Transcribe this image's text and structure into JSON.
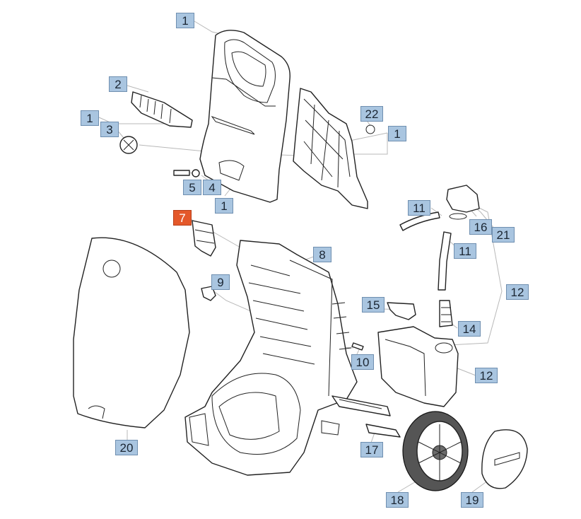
{
  "callouts": [
    {
      "id": "c-1a",
      "label": "1"
    },
    {
      "id": "c-2",
      "label": "2"
    },
    {
      "id": "c-1b",
      "label": "1"
    },
    {
      "id": "c-3",
      "label": "3"
    },
    {
      "id": "c-22",
      "label": "22"
    },
    {
      "id": "c-1c",
      "label": "1"
    },
    {
      "id": "c-5",
      "label": "5"
    },
    {
      "id": "c-4",
      "label": "4"
    },
    {
      "id": "c-1d",
      "label": "1"
    },
    {
      "id": "c-11a",
      "label": "11"
    },
    {
      "id": "c-16",
      "label": "16"
    },
    {
      "id": "c-21",
      "label": "21"
    },
    {
      "id": "c-7",
      "label": "7",
      "highlighted": true
    },
    {
      "id": "c-8",
      "label": "8"
    },
    {
      "id": "c-11b",
      "label": "11"
    },
    {
      "id": "c-12a",
      "label": "12"
    },
    {
      "id": "c-9",
      "label": "9"
    },
    {
      "id": "c-15",
      "label": "15"
    },
    {
      "id": "c-14",
      "label": "14"
    },
    {
      "id": "c-10",
      "label": "10"
    },
    {
      "id": "c-12b",
      "label": "12"
    },
    {
      "id": "c-20",
      "label": "20"
    },
    {
      "id": "c-17",
      "label": "17"
    },
    {
      "id": "c-18",
      "label": "18"
    },
    {
      "id": "c-19",
      "label": "19"
    }
  ],
  "colors": {
    "callout_fill": "#a9c5e0",
    "callout_border": "#6f8fb0",
    "highlight_fill": "#e4582a",
    "line": "#222222",
    "leader": "#b8b8b8"
  }
}
